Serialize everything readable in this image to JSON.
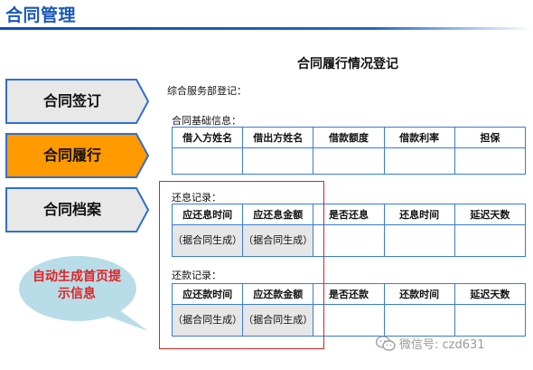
{
  "header": {
    "title": "合同管理"
  },
  "page": {
    "heading": "合同履行情况登记"
  },
  "nav": {
    "items": [
      {
        "label": "合同签订",
        "active": false
      },
      {
        "label": "合同履行",
        "active": true
      },
      {
        "label": "合同档案",
        "active": false
      }
    ]
  },
  "colors": {
    "accent": "#1a57b8",
    "active_nav": "#ff9900",
    "inactive_nav": "#e8e8e8",
    "callout": "#b9dde8",
    "highlight_frame": "#d62424"
  },
  "registration": {
    "label": "综合服务部登记："
  },
  "basic_info": {
    "label": "合同基础信息：",
    "columns": [
      "借入方姓名",
      "借出方姓名",
      "借款额度",
      "借款利率",
      "担保"
    ]
  },
  "interest_repayment": {
    "label": "还息记录：",
    "columns": [
      "应还息时间",
      "应还息金额",
      "是否还息",
      "还息时间",
      "延迟天数"
    ],
    "row": [
      "（据合同生成）",
      "（据合同生成）",
      "",
      "",
      ""
    ]
  },
  "principal_repayment": {
    "label": "还款记录：",
    "columns": [
      "应还款时间",
      "应还款金额",
      "是否还款",
      "还款时间",
      "延迟天数"
    ],
    "row": [
      "（据合同生成）",
      "（据合同生成）",
      "",
      "",
      ""
    ]
  },
  "callout": {
    "text": "自动生成首页提示信息"
  },
  "watermark": {
    "text": "微信号: czd631",
    "icon": "wechat-icon"
  }
}
